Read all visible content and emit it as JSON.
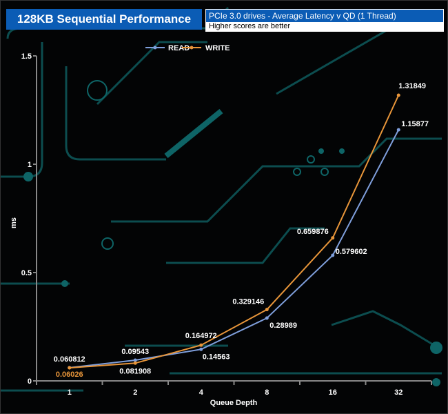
{
  "header": {
    "title": "128KB Sequential Performance",
    "subtitle": "PCIe 3.0 drives - Average Latency v QD (1 Thread)",
    "note": "Higher scores are better"
  },
  "chart_data": {
    "type": "line",
    "title": "PCIe 3.0 drives - Average Latency v QD (1 Thread)",
    "xlabel": "Queue Depth",
    "ylabel": "ms",
    "categories": [
      "1",
      "2",
      "4",
      "8",
      "16",
      "32"
    ],
    "ylim": [
      0,
      1.5
    ],
    "yticks": [
      0,
      0.5,
      1,
      1.5
    ],
    "ytick_labels": [
      "0",
      "0.5",
      "1",
      "1.5"
    ],
    "legend_position": "top-center",
    "series": [
      {
        "name": "READ",
        "color": "#7f9fdc",
        "values": [
          0.060812,
          0.09543,
          0.14563,
          0.28989,
          0.579602,
          1.15877
        ],
        "labels": [
          "0.060812",
          "0.09543",
          "0.14563",
          "0.28989",
          "0.579602",
          "1.15877"
        ]
      },
      {
        "name": "WRITE",
        "color": "#e9963a",
        "values": [
          0.06026,
          0.081908,
          0.164972,
          0.329146,
          0.659876,
          1.31849
        ],
        "labels": [
          "0.06026",
          "0.081908",
          "0.164972",
          "0.329146",
          "0.659876",
          "1.31849"
        ]
      }
    ]
  }
}
